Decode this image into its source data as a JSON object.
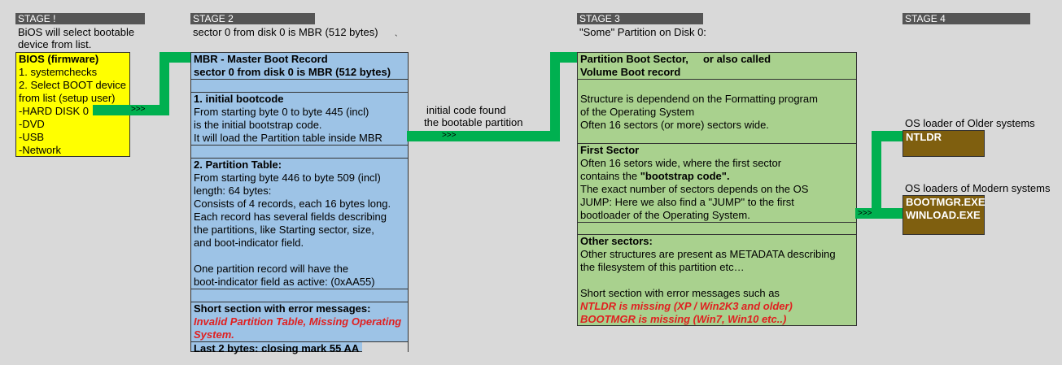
{
  "stage1": {
    "header": "STAGE !",
    "desc": [
      "BiOS will select bootable",
      "device from list."
    ],
    "box_lines": [
      "BIOS (firmware)",
      "1. systemchecks",
      "2. Select BOOT device",
      "from list (setup user)",
      "-HARD DISK 0",
      "-DVD",
      "-USB",
      "-Network"
    ],
    "arrow": ">>>"
  },
  "stage2": {
    "header": "STAGE 2",
    "desc": "sector 0 from disk 0 is MBR (512 bytes)",
    "tick": "`",
    "title": [
      "MBR - Master Boot Record",
      "sector 0 from disk 0 is MBR (512 bytes)"
    ],
    "bootcode": [
      "1. initial bootcode",
      "From starting byte 0 to byte 445 (incl)",
      "is the initial bootstrap code.",
      "It will load the Partition table inside MBR"
    ],
    "ptable": [
      "2. Partition Table:",
      "From starting byte 446 to byte 509 (incl)",
      "length: 64 bytes:",
      "Consists of 4 records, each 16 bytes long.",
      "Each record has several fields describing",
      "the partitions, like Starting sector, size,",
      "and boot-indicator field.",
      "",
      "One partition record will have the",
      "boot-indicator field as active: (0xAA55)"
    ],
    "errors_title": "Short section with error messages:",
    "errors_red": [
      "Invalid Partition Table, Missing Operating",
      "System."
    ],
    "last": "Last 2 bytes: closing mark 55 AA",
    "arrow_label": [
      "initial code found",
      "the  bootable partition"
    ],
    "arrow": ">>>"
  },
  "stage3": {
    "header": "STAGE 3",
    "desc": "\"Some\" Partition on Disk 0:",
    "title": [
      "Partition Boot Sector,     or also called",
      "Volume Boot record"
    ],
    "structure": [
      "",
      "Structure is dependend on the Formatting program",
      "of the Operating System",
      "Often 16 sectors (or more) sectors wide."
    ],
    "first_sector_title": "First Sector",
    "first_sector_l1": "Often 16 setors wide, where the first sector",
    "first_sector_l2a": "contains the ",
    "first_sector_l2b": "\"bootstrap code\".",
    "first_sector_rest": [
      "The exact number of sectors depends on the OS",
      "JUMP: Here we also find a \"JUMP\" to the first",
      "bootloader of the Operating System."
    ],
    "other_title": "Other sectors:",
    "other_lines": [
      "Other structures are present as METADATA describing",
      "the filesystem of this partition etc…",
      "",
      "Short section with error messages such as"
    ],
    "other_red": [
      "NTLDR is missing (XP / Win2K3 and older)",
      "BOOTMGR is missing (Win7, Win10 etc..)"
    ],
    "arrow": ">>>"
  },
  "stage4": {
    "header": "STAGE 4",
    "older_label": "OS loader of Older systems",
    "older_box": "NTLDR",
    "modern_label": "OS loaders of Modern systems",
    "modern_box": [
      "BOOTMGR.EXE",
      "WINLOAD.EXE"
    ]
  },
  "colors": {
    "bios": "#ffff00",
    "mbr": "#9dc3e6",
    "partition": "#a9d18e",
    "connector": "#00b050",
    "loader": "#7f5f0f",
    "error": "#e02020"
  }
}
